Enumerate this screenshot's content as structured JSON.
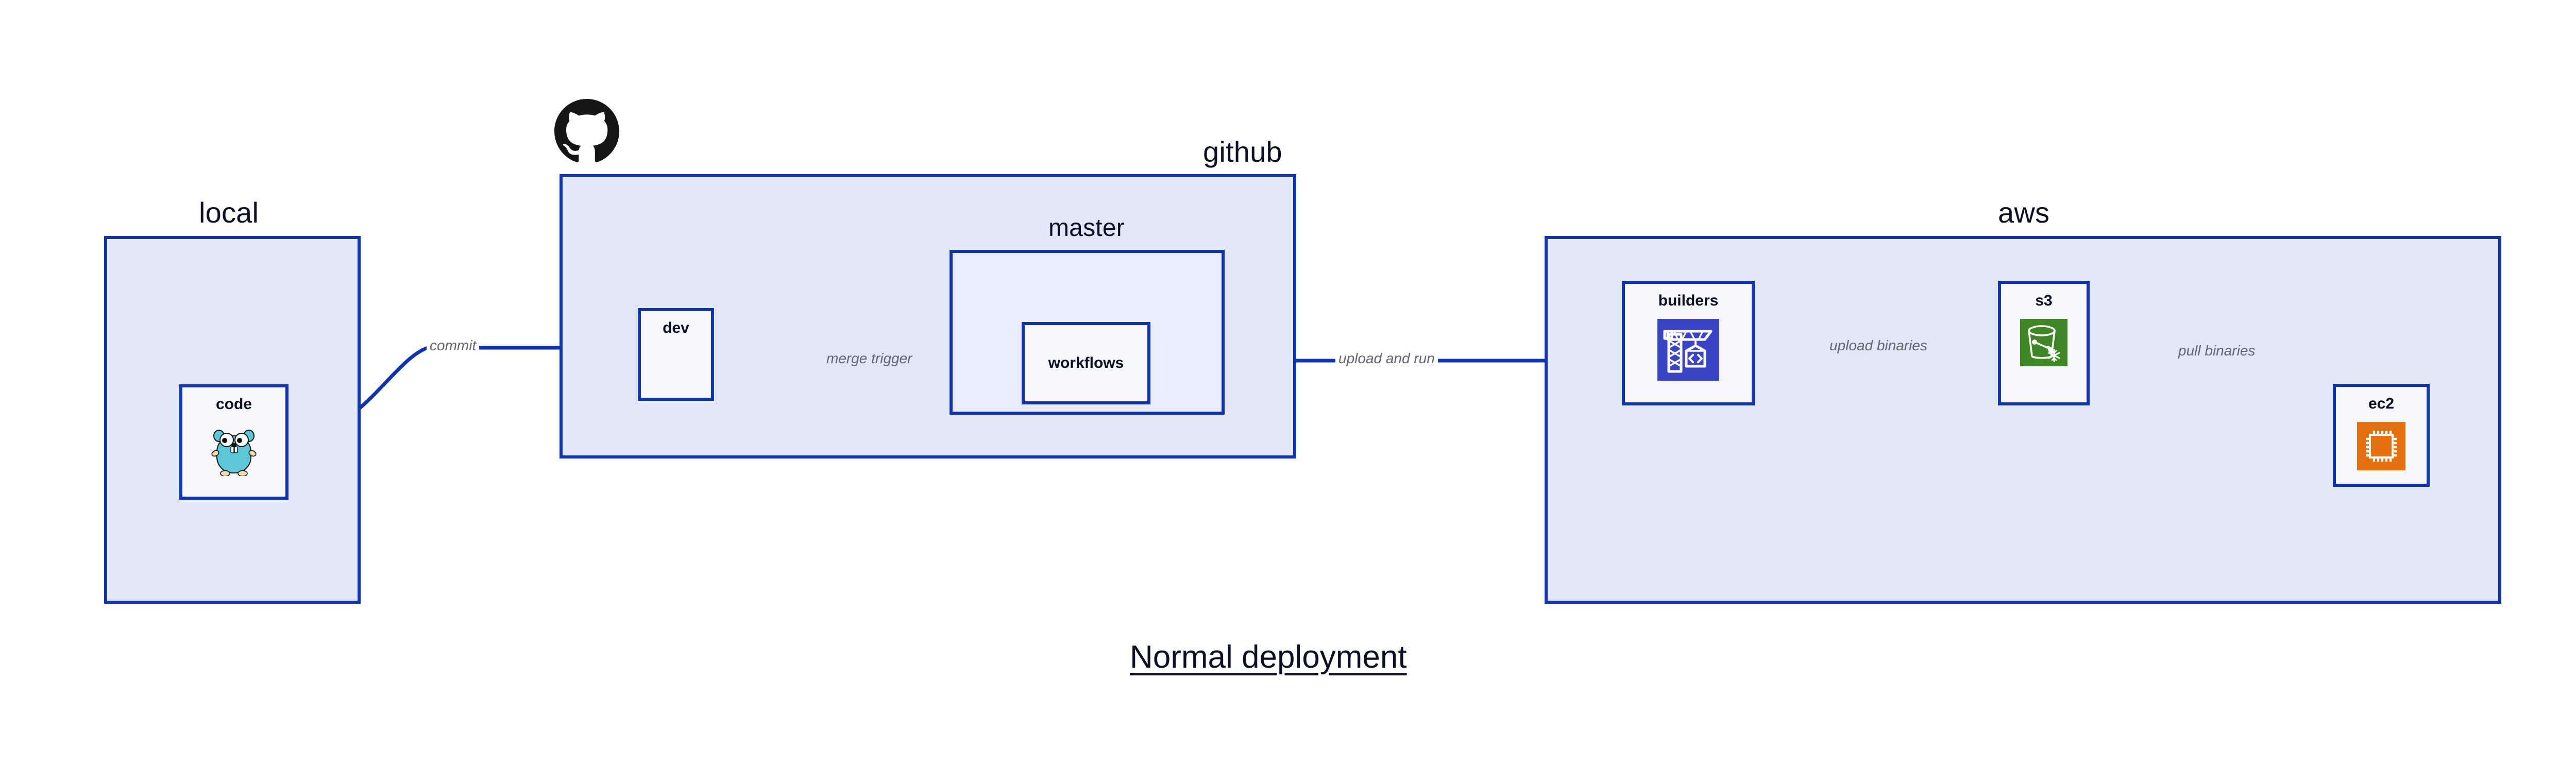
{
  "diagram": {
    "title": "Normal deployment",
    "accent_border": "#1034ad",
    "group_fill": "#e2e7f8",
    "sub_fill": "#e8edfb",
    "node_fill": "#f5f7fd",
    "label_color": "#0d1025",
    "edge_label_color": "#62656e"
  },
  "groups": {
    "local": {
      "label": "local"
    },
    "github": {
      "label": "github",
      "icon": "github-mark-icon"
    },
    "aws": {
      "label": "aws"
    }
  },
  "subgroups": {
    "master": {
      "label": "master"
    }
  },
  "nodes": {
    "code": {
      "label": "code",
      "icon": "go-gopher-icon"
    },
    "dev": {
      "label": "dev",
      "icon": "none"
    },
    "workflows": {
      "label": "workflows",
      "icon": "none"
    },
    "builders": {
      "label": "builders",
      "icon": "aws-codebuild-crane-icon",
      "icon_color": "#3b44c4"
    },
    "s3": {
      "label": "s3",
      "icon": "aws-s3-bucket-icon",
      "icon_color": "#3f8624"
    },
    "ec2": {
      "label": "ec2",
      "icon": "aws-ec2-chip-icon",
      "icon_color": "#e1700d"
    }
  },
  "edges": [
    {
      "id": "code-to-dev",
      "label": "commit",
      "from": "code",
      "to": "dev"
    },
    {
      "id": "dev-to-workflows",
      "label": "merge trigger",
      "from": "dev",
      "to": "workflows"
    },
    {
      "id": "workflows-to-builders",
      "label": "upload and run",
      "from": "workflows",
      "to": "builders"
    },
    {
      "id": "builders-to-s3",
      "label": "upload binaries",
      "from": "builders",
      "to": "s3"
    },
    {
      "id": "s3-to-ec2",
      "label": "pull binaries",
      "from": "s3",
      "to": "ec2"
    }
  ]
}
